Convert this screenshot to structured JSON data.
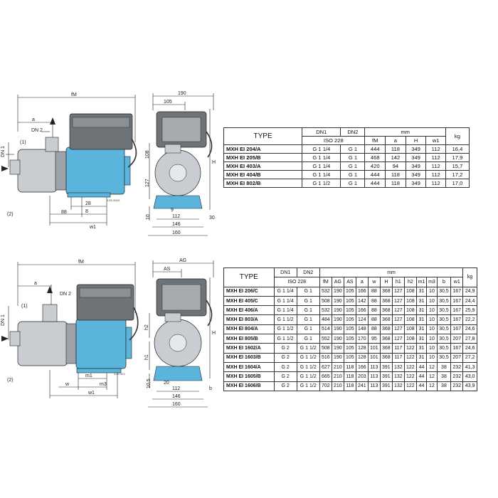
{
  "top_drawing": {
    "labels": {
      "fm": "fM",
      "a": "a",
      "dn2": "DN 2",
      "dn1": "DN 1",
      "callout1": "(1)",
      "callout2": "(2)",
      "d28": "28",
      "d88": "88",
      "d8": "8",
      "w1": "w1",
      "code": "4.83.308/1",
      "d190": "190",
      "d105": "105",
      "d108": "108",
      "d127": "127",
      "H": "H",
      "d10": "10",
      "d9": "9",
      "d30": "30",
      "d112": "112",
      "d146": "146",
      "d160": "160"
    }
  },
  "bottom_drawing": {
    "labels": {
      "fm": "fM",
      "a": "a",
      "dn2": "DN 2",
      "dn1": "DN 1",
      "callout1": "(1)",
      "callout2": "(2)",
      "m1": "m1",
      "w": "w",
      "m3": "m3",
      "w1": "w1",
      "code": "4.83.303",
      "ag": "AG",
      "as": "AS",
      "h2": "h2",
      "h1": "h1",
      "H": "H",
      "b": "b",
      "d105": "10,5",
      "d20": "20",
      "d112": "112",
      "d146": "146",
      "d160": "160"
    }
  },
  "table1": {
    "type_header": "TYPE",
    "dn1": "DN1",
    "dn2": "DN2",
    "iso": "ISO 228",
    "mm": "mm",
    "kg": "kg",
    "cols": [
      "fM",
      "a",
      "H",
      "w1"
    ],
    "rows": [
      {
        "type": "MXH EI 204/A",
        "dn1": "G 1 1/4",
        "dn2": "G 1",
        "fm": "444",
        "a": "118",
        "h": "349",
        "w1": "112",
        "kg": "16,4"
      },
      {
        "type": "MXH EI 205/B",
        "dn1": "G 1 1/4",
        "dn2": "G 1",
        "fm": "468",
        "a": "142",
        "h": "349",
        "w1": "112",
        "kg": "17,9"
      },
      {
        "type": "MXH EI 403/A",
        "dn1": "G 1 1/4",
        "dn2": "G 1",
        "fm": "420",
        "a": "94",
        "h": "349",
        "w1": "112",
        "kg": "15,7"
      },
      {
        "type": "MXH EI 404/B",
        "dn1": "G 1 1/4",
        "dn2": "G 1",
        "fm": "444",
        "a": "118",
        "h": "349",
        "w1": "112",
        "kg": "17,2"
      },
      {
        "type": "MXH EI 802/B",
        "dn1": "G 1 1/2",
        "dn2": "G 1",
        "fm": "444",
        "a": "118",
        "h": "349",
        "w1": "112",
        "kg": "17,0"
      }
    ]
  },
  "table2": {
    "type_header": "TYPE",
    "dn1": "DN1",
    "dn2": "DN2",
    "iso": "ISO 228",
    "mm": "mm",
    "kg": "kg",
    "cols": [
      "fM",
      "AG",
      "AS",
      "a",
      "w",
      "H",
      "h1",
      "h2",
      "m1",
      "m3",
      "b",
      "w1"
    ],
    "rows": [
      {
        "type": "MXH EI 206/C",
        "dn1": "G 1 1/4",
        "dn2": "G 1",
        "v": [
          "532",
          "190",
          "105",
          "166",
          "88",
          "368",
          "127",
          "108",
          "31",
          "10",
          "30,5",
          "167"
        ],
        "kg": "24,9"
      },
      {
        "type": "MXH EI 405/C",
        "dn1": "G 1 1/4",
        "dn2": "G 1",
        "v": [
          "508",
          "190",
          "105",
          "142",
          "88",
          "368",
          "127",
          "108",
          "31",
          "10",
          "30,5",
          "167"
        ],
        "kg": "24,4"
      },
      {
        "type": "MXH EI 406/A",
        "dn1": "G 1 1/4",
        "dn2": "G 1",
        "v": [
          "532",
          "190",
          "105",
          "166",
          "88",
          "368",
          "127",
          "108",
          "31",
          "10",
          "30,5",
          "167"
        ],
        "kg": "25,9"
      },
      {
        "type": "MXH EI 803/A",
        "dn1": "G 1 1/2",
        "dn2": "G 1",
        "v": [
          "484",
          "190",
          "105",
          "124",
          "88",
          "368",
          "127",
          "108",
          "31",
          "10",
          "30,5",
          "167"
        ],
        "kg": "22,2"
      },
      {
        "type": "MXH EI 804/A",
        "dn1": "G 1 1/2",
        "dn2": "G 1",
        "v": [
          "514",
          "190",
          "105",
          "148",
          "88",
          "368",
          "127",
          "108",
          "31",
          "10",
          "30,5",
          "167"
        ],
        "kg": "24,6"
      },
      {
        "type": "MXH EI 805/B",
        "dn1": "G 1 1/2",
        "dn2": "G 1",
        "v": [
          "552",
          "190",
          "105",
          "170",
          "95",
          "368",
          "127",
          "108",
          "31",
          "10",
          "30,5",
          "207"
        ],
        "kg": "27,8"
      },
      {
        "type": "MXH EI 1602/A",
        "dn1": "G 2",
        "dn2": "G 1 1/2",
        "v": [
          "508",
          "190",
          "105",
          "128",
          "101",
          "368",
          "117",
          "122",
          "31",
          "10",
          "30,5",
          "167"
        ],
        "kg": "24,6"
      },
      {
        "type": "MXH EI 1603/B",
        "dn1": "G 2",
        "dn2": "G 1 1/2",
        "v": [
          "516",
          "190",
          "105",
          "128",
          "101",
          "368",
          "117",
          "122",
          "31",
          "10",
          "30,5",
          "207"
        ],
        "kg": "27,2"
      },
      {
        "type": "MXH EI 1604/A",
        "dn1": "G 2",
        "dn2": "G 1 1/2",
        "v": [
          "627",
          "210",
          "118",
          "166",
          "113",
          "391",
          "132",
          "122",
          "44",
          "12",
          "38",
          "232"
        ],
        "kg": "41,3"
      },
      {
        "type": "MXH EI 1605/B",
        "dn1": "G 2",
        "dn2": "G 1 1/2",
        "v": [
          "665",
          "210",
          "118",
          "203",
          "113",
          "391",
          "132",
          "122",
          "44",
          "12",
          "38",
          "232"
        ],
        "kg": "43,0"
      },
      {
        "type": "MXH EI 1606/B",
        "dn1": "G 2",
        "dn2": "G 1 1/2",
        "v": [
          "702",
          "210",
          "118",
          "241",
          "113",
          "391",
          "132",
          "122",
          "44",
          "12",
          "38",
          "232"
        ],
        "kg": "43,9"
      }
    ]
  },
  "colors": {
    "pump_blue": "#5ab4dc",
    "steel": "#c9cdd1",
    "controller": "#6e7378",
    "line": "#222222"
  }
}
